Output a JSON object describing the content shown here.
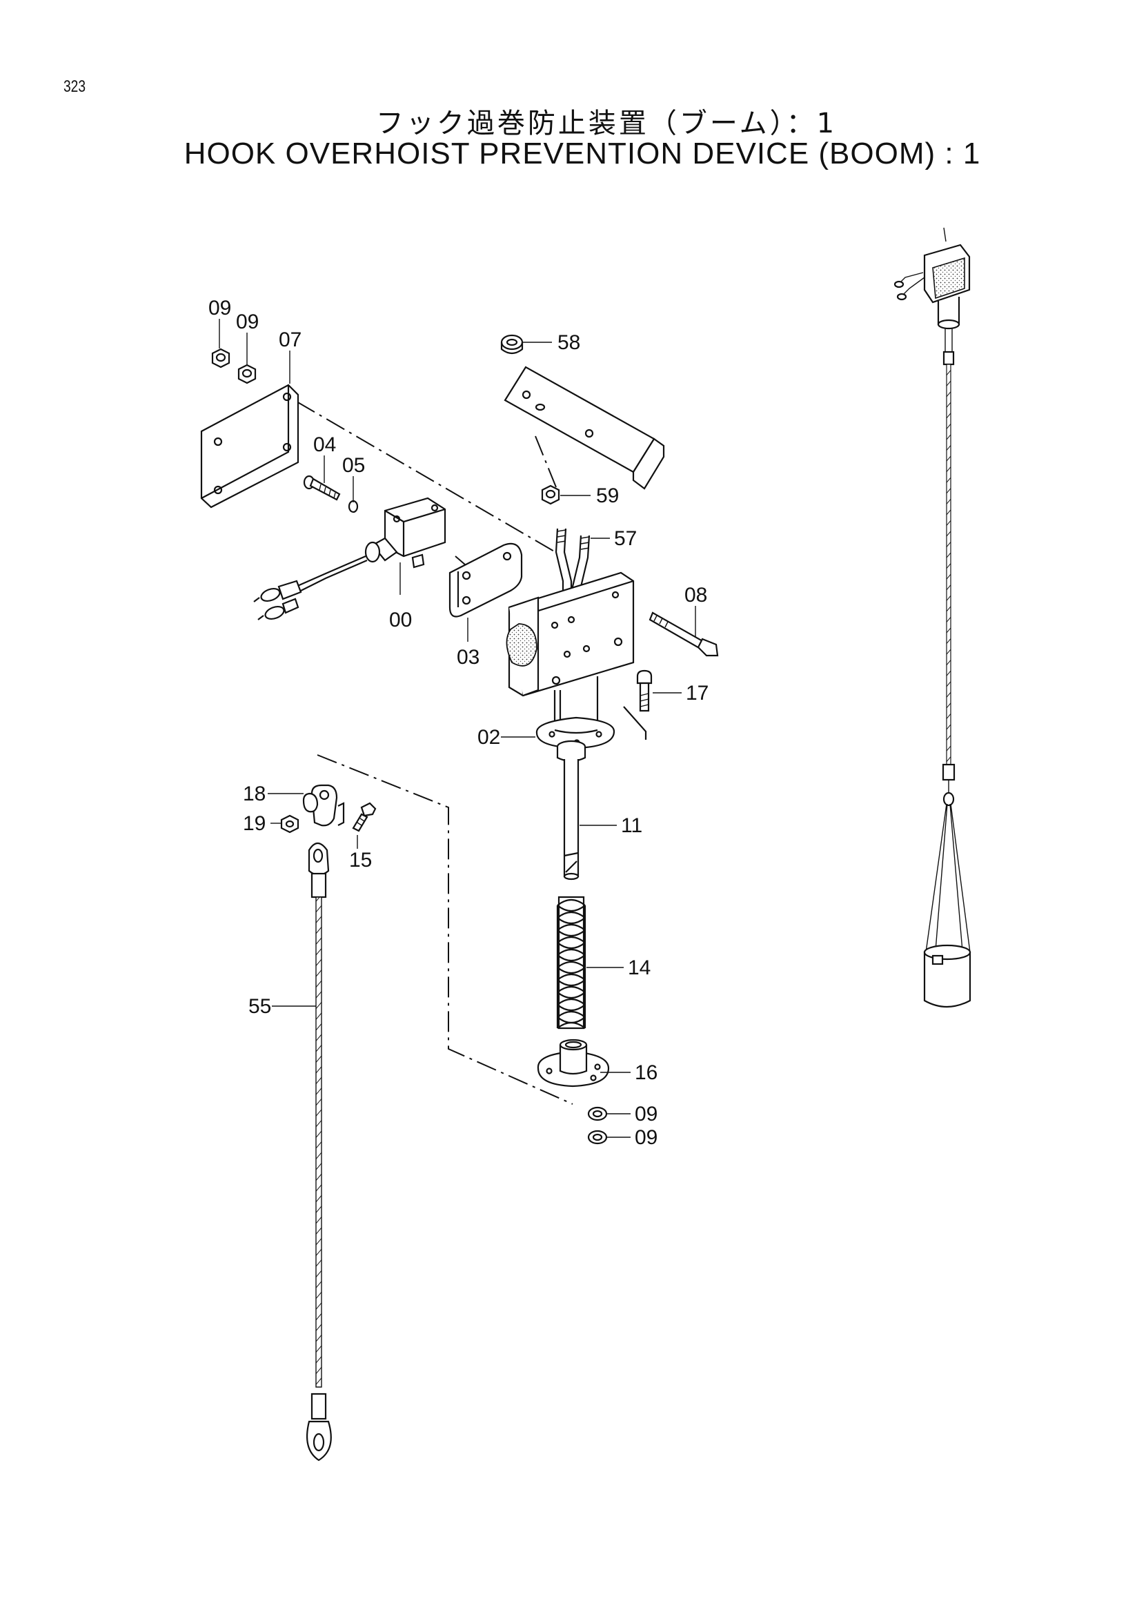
{
  "page": {
    "number": "323",
    "title_jp": "フック過巻防止装置（ブーム）：1",
    "title_en": "HOOK OVERHOIST PREVENTION DEVICE (BOOM) : 1"
  },
  "callouts": {
    "c09a": "09",
    "c09b": "09",
    "c07": "07",
    "c04": "04",
    "c05": "05",
    "c00": "00",
    "c03": "03",
    "c58": "58",
    "c59": "59",
    "c57": "57",
    "c08": "08",
    "c17": "17",
    "c02": "02",
    "c11": "11",
    "c18": "18",
    "c19": "19",
    "c15": "15",
    "c14": "14",
    "c55": "55",
    "c16": "16",
    "c09c": "09",
    "c09d": "09"
  }
}
